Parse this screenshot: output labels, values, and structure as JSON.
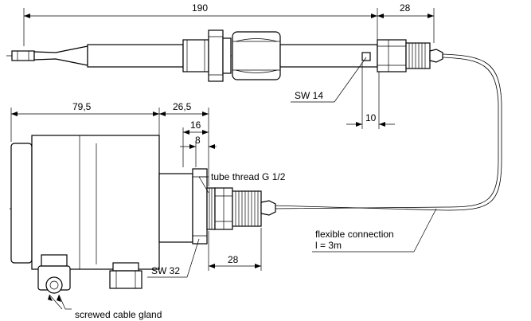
{
  "dimensions": {
    "sensor_length": "190",
    "gland_length_top": "28",
    "housing_length": "79,5",
    "thread_span": "26,5",
    "nut_span": "16",
    "thread_length": "8",
    "hex_offset": "10",
    "gland_length_bottom": "28"
  },
  "labels": {
    "wrench_size_sensor": "SW 14",
    "tube_thread": "tube thread G 1/2",
    "wrench_size_housing": "SW 32",
    "flexible_connection_line1": "flexible connection",
    "flexible_connection_line2": "l = 3m",
    "cable_gland": "screwed cable gland"
  }
}
